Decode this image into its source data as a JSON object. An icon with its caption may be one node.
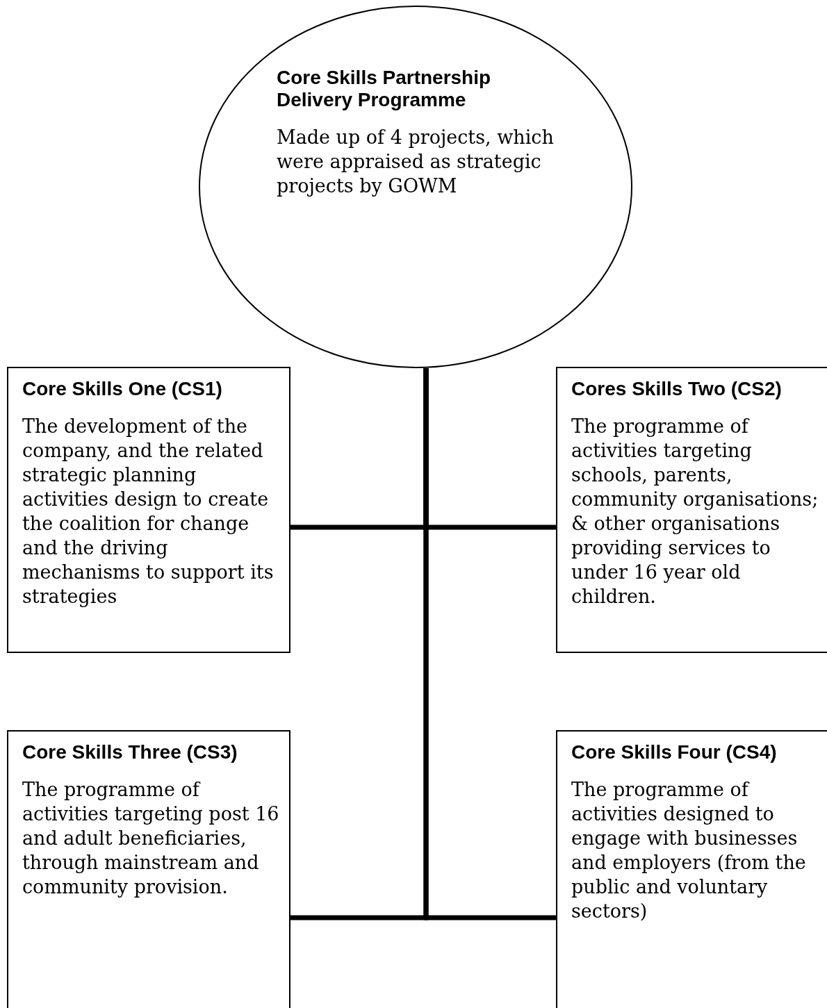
{
  "diagram": {
    "nodes": [
      {
        "text": [
          "Core Skills Partnership Delivery Programme",
          "Made up of 4 projects, which were appraised as strategic projects by GOWM"
        ]
      },
      {
        "text": [
          "Core Skills One (CS1)",
          "The development of the company, and the related strategic planning activities design to create the coalition for change and the driving mechanisms to support its strategies"
        ]
      },
      {
        "text": [
          "Cores Skills Two (CS2)",
          "The programme of activities targeting schools, parents, community organisations; & other organisations providing services to under 16 year old children."
        ]
      },
      {
        "text": [
          "Core Skills Three (CS3)",
          "The programme of activities targeting post 16 and adult beneficiaries, through mainstream and community provision."
        ]
      },
      {
        "text": [
          "Core Skills Four (CS4)",
          "The programme of activities designed to engage with businesses and employers (from the public and voluntary sectors)"
        ]
      }
    ],
    "edges": [
      {
        "from": 0,
        "to": 1,
        "arrow": "none"
      },
      {
        "from": 0,
        "to": 2,
        "arrow": "none"
      },
      {
        "from": 0,
        "to": 3,
        "arrow": "none"
      },
      {
        "from": 0,
        "to": 4,
        "arrow": "none"
      }
    ]
  }
}
